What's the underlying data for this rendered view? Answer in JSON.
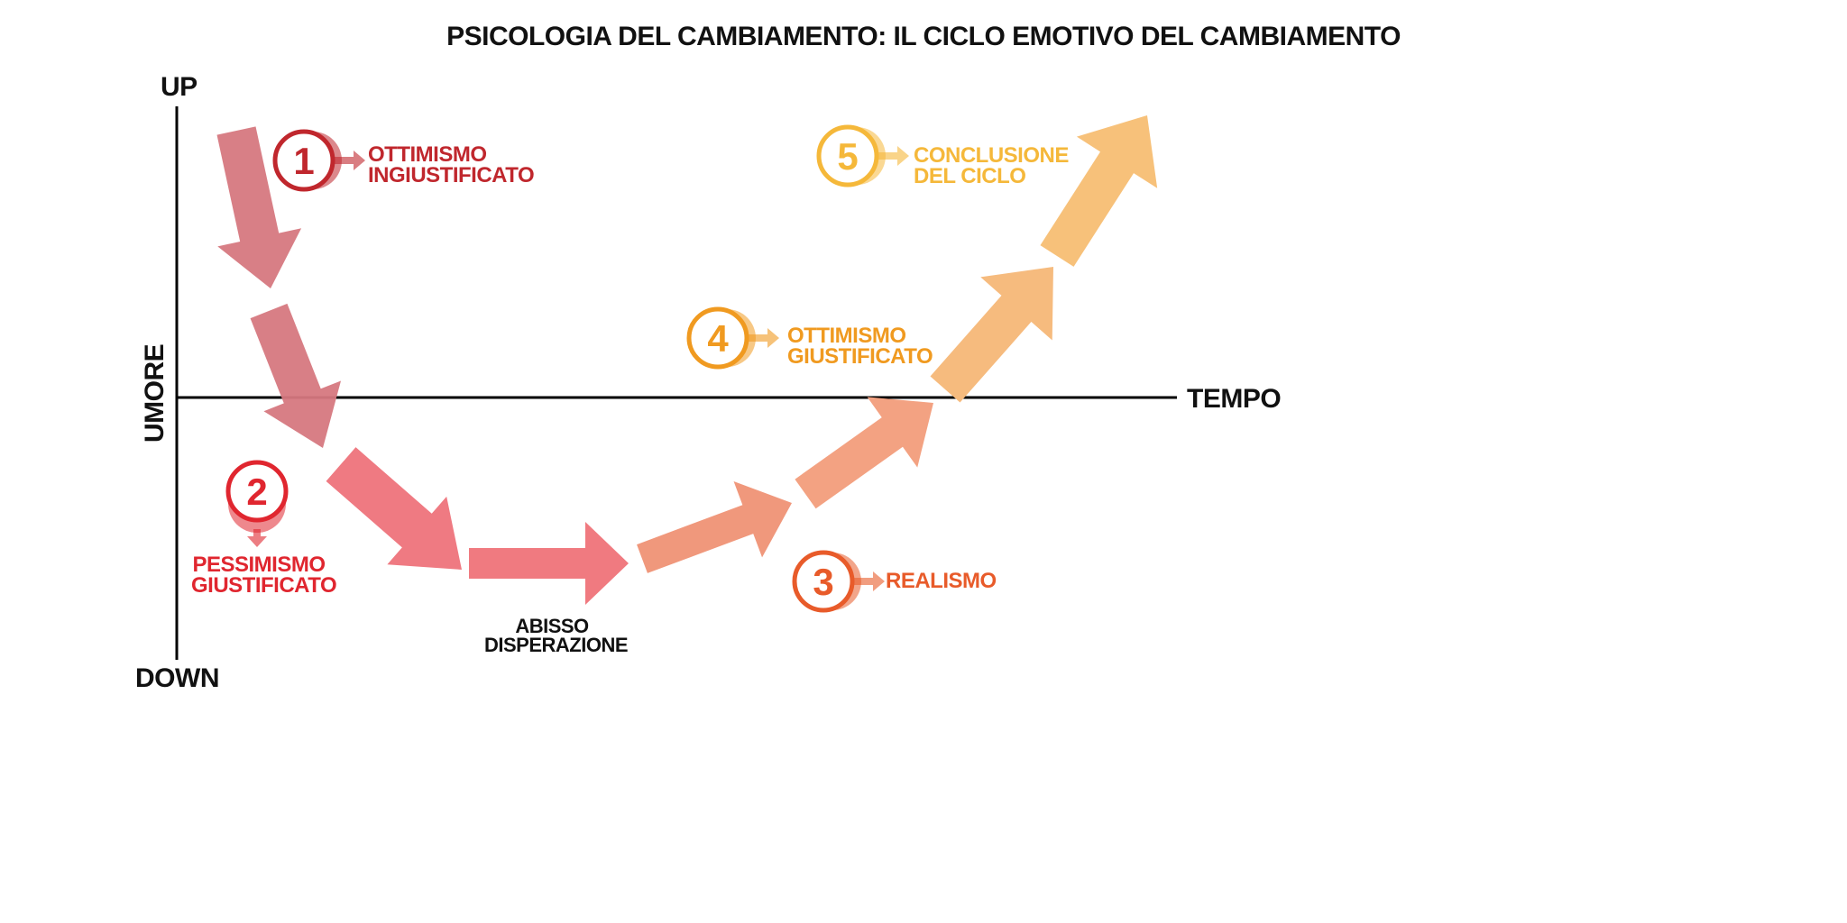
{
  "title": "PSICOLOGIA DEL CAMBIAMENTO: IL CICLO EMOTIVO DEL CAMBIAMENTO",
  "axes": {
    "up": "UP",
    "down": "DOWN",
    "y_label": "UMORE",
    "x_label": "TEMPO"
  },
  "stages": [
    {
      "number": "1",
      "line1": "OTTIMISMO",
      "line2": "INGIUSTIFICATO",
      "color": "#c0272d"
    },
    {
      "number": "2",
      "line1": "PESSIMISMO",
      "line2": "GIUSTIFICATO",
      "color": "#e0262f"
    },
    {
      "number": "3",
      "line1": "REALISMO",
      "line2": "",
      "color": "#e85b2a"
    },
    {
      "number": "4",
      "line1": "OTTIMISMO",
      "line2": "GIUSTIFICATO",
      "color": "#f09a20"
    },
    {
      "number": "5",
      "line1": "CONCLUSIONE",
      "line2": "DEL CICLO",
      "color": "#f5b83a"
    }
  ],
  "bottom_label": {
    "line1": "ABISSO",
    "line2": "DISPERAZIONE"
  },
  "arrow_colors": [
    "#d67880",
    "#d67880",
    "#ef7a82",
    "#f07a80",
    "#f0987c",
    "#f3a282",
    "#f6bb7e",
    "#f7c17a"
  ]
}
